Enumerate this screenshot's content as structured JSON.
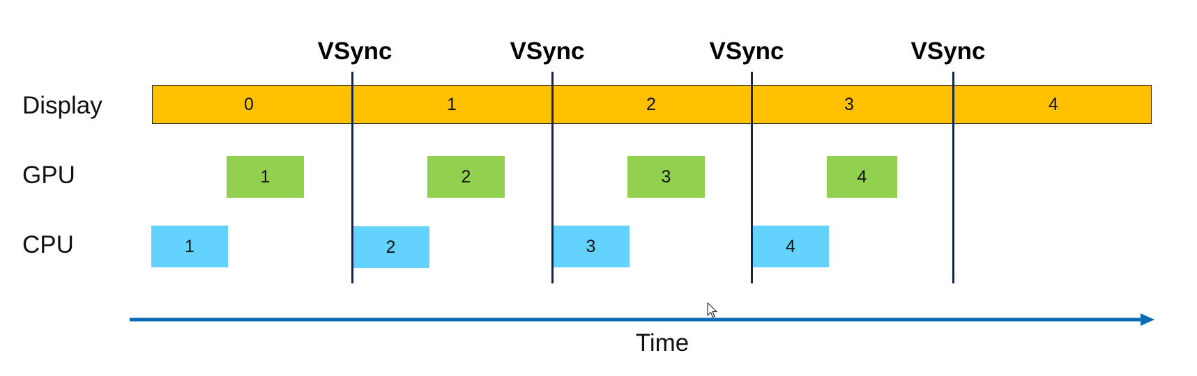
{
  "rows": {
    "display": "Display",
    "gpu": "GPU",
    "cpu": "CPU"
  },
  "vsync_labels": [
    "VSync",
    "VSync",
    "VSync",
    "VSync"
  ],
  "display_frames": [
    "0",
    "1",
    "2",
    "3",
    "4"
  ],
  "gpu_frames": [
    "1",
    "2",
    "3",
    "4"
  ],
  "cpu_frames": [
    "1",
    "2",
    "3",
    "4"
  ],
  "axis": {
    "label": "Time"
  },
  "colors": {
    "display": "#ffc000",
    "gpu": "#92d050",
    "cpu": "#63d3fe",
    "vsync_line": "#14244a",
    "time_arrow": "#0b6bb5"
  },
  "icons": {
    "cursor": "mouse-pointer-icon"
  }
}
